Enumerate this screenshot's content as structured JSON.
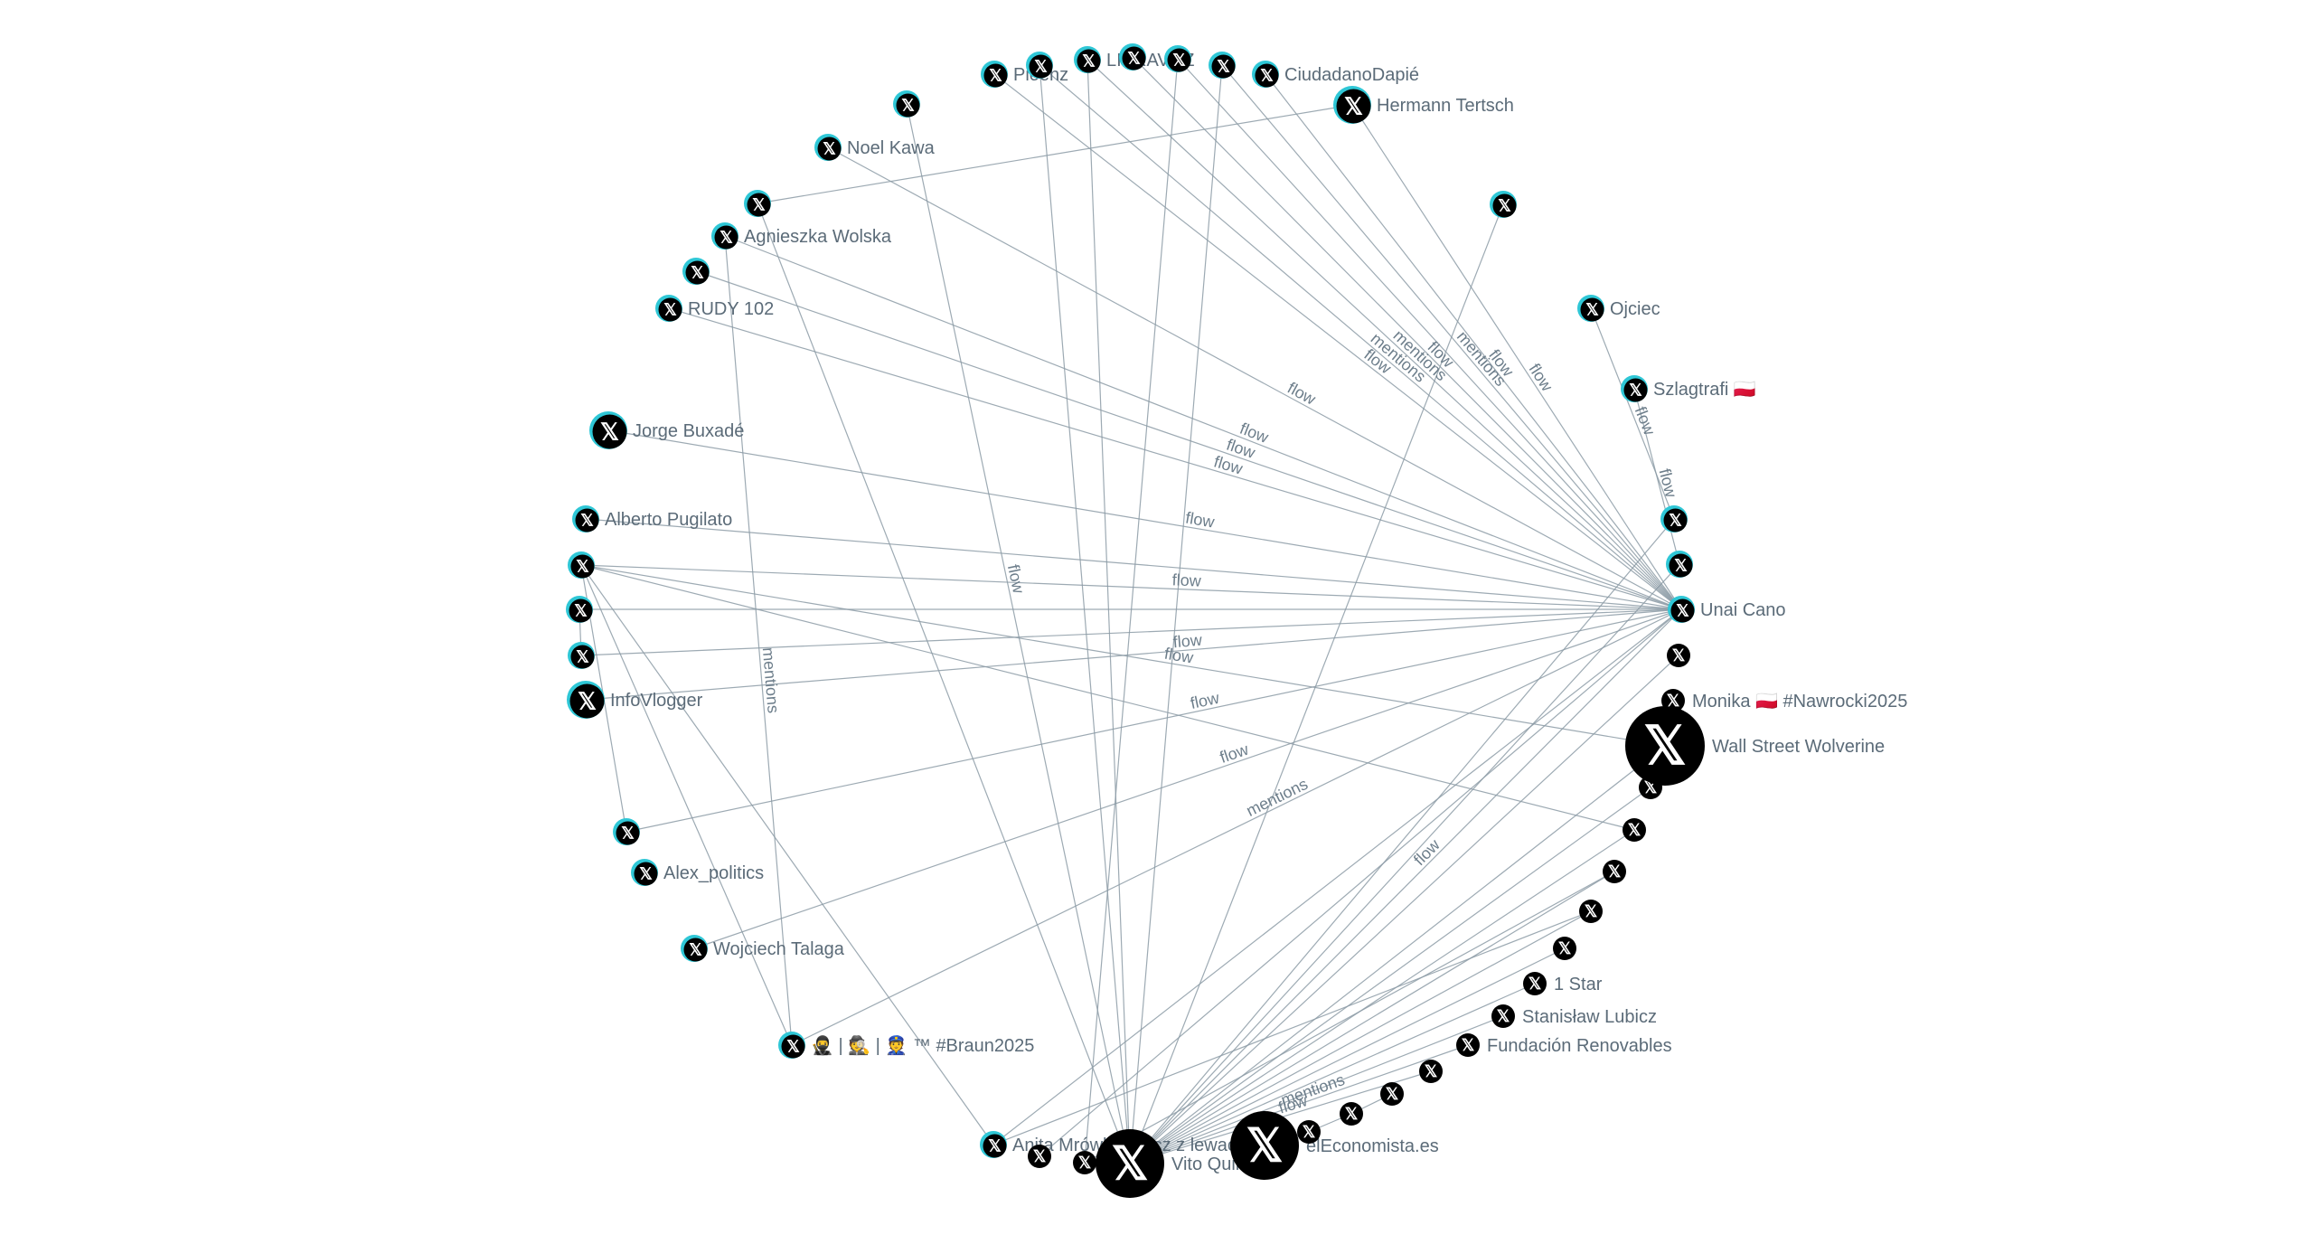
{
  "colors": {
    "edge": "#8c9ba6",
    "label": "#5b6b78",
    "node_black": "#000000",
    "node_cyan": "#2fc7d6"
  },
  "icon": "x-logo-icon",
  "nodes": [
    {
      "id": "n_pioenz",
      "label": "Pioenz",
      "size": "s",
      "style": "cyan"
    },
    {
      "id": "n_top2",
      "label": "",
      "size": "s",
      "style": "cyan"
    },
    {
      "id": "n_libravoz",
      "label": "LIBRAVOZ",
      "size": "s",
      "style": "cyan"
    },
    {
      "id": "n_top4",
      "label": "",
      "size": "s",
      "style": "cyan"
    },
    {
      "id": "n_top5",
      "label": "",
      "size": "s",
      "style": "cyan"
    },
    {
      "id": "n_top6",
      "label": "",
      "size": "s",
      "style": "cyan"
    },
    {
      "id": "n_ciudadano",
      "label": "CiudadanoDapié",
      "size": "s",
      "style": "cyan"
    },
    {
      "id": "n_hermann",
      "label": "Hermann Tertsch",
      "size": "m",
      "style": "cyan"
    },
    {
      "id": "n_top9",
      "label": "",
      "size": "s",
      "style": "cyan"
    },
    {
      "id": "n_noel",
      "label": "Noel Kawa",
      "size": "s",
      "style": "cyan"
    },
    {
      "id": "n_left11",
      "label": "",
      "size": "s",
      "style": "cyan"
    },
    {
      "id": "n_agnieszka",
      "label": "Agnieszka Wolska",
      "size": "s",
      "style": "cyan"
    },
    {
      "id": "n_left13",
      "label": "",
      "size": "s",
      "style": "cyan"
    },
    {
      "id": "n_rudy",
      "label": "RUDY 102",
      "size": "s",
      "style": "cyan"
    },
    {
      "id": "n_jorge",
      "label": "Jorge Buxadé",
      "size": "m",
      "style": "cyan"
    },
    {
      "id": "n_alberto",
      "label": "Alberto Pugilato",
      "size": "s",
      "style": "cyan"
    },
    {
      "id": "n_left17",
      "label": "",
      "size": "s",
      "style": "cyan"
    },
    {
      "id": "n_left18",
      "label": "",
      "size": "s",
      "style": "cyan"
    },
    {
      "id": "n_left19",
      "label": "",
      "size": "s",
      "style": "cyan"
    },
    {
      "id": "n_infovlogger",
      "label": "InfoVlogger",
      "size": "m",
      "style": "cyan"
    },
    {
      "id": "n_left21",
      "label": "",
      "size": "s",
      "style": "cyan"
    },
    {
      "id": "n_alex",
      "label": "Alex_politics",
      "size": "s",
      "style": "cyan"
    },
    {
      "id": "n_wojciech",
      "label": "Wojciech Talaga",
      "size": "s",
      "style": "cyan"
    },
    {
      "id": "n_braun",
      "label": "🥷 | 🕵 | 👮 ™ #Braun2025",
      "size": "s",
      "style": "cyan"
    },
    {
      "id": "n_anita",
      "label": "Anita Mrówka precz z lewactwem",
      "size": "s",
      "style": "cyan"
    },
    {
      "id": "n_bot26",
      "label": "",
      "size": "s",
      "style": "black"
    },
    {
      "id": "n_bot27",
      "label": "",
      "size": "s",
      "style": "black"
    },
    {
      "id": "n_vito",
      "label": "Vito Quiles 🇪🇸",
      "size": "l",
      "style": "black"
    },
    {
      "id": "n_economista",
      "label": "elEconomista.es",
      "size": "l",
      "style": "black"
    },
    {
      "id": "n_bot30",
      "label": "",
      "size": "s",
      "style": "black"
    },
    {
      "id": "n_bot31",
      "label": "",
      "size": "s",
      "style": "black"
    },
    {
      "id": "n_bot32",
      "label": "",
      "size": "s",
      "style": "black"
    },
    {
      "id": "n_bot33",
      "label": "",
      "size": "s",
      "style": "black"
    },
    {
      "id": "n_fundacion",
      "label": "Fundación Renovables",
      "size": "s",
      "style": "black"
    },
    {
      "id": "n_stanislaw",
      "label": "Stanisław Lubicz",
      "size": "s",
      "style": "black"
    },
    {
      "id": "n_1star",
      "label": "1 Star",
      "size": "s",
      "style": "black"
    },
    {
      "id": "n_r37",
      "label": "",
      "size": "s",
      "style": "black"
    },
    {
      "id": "n_r38",
      "label": "",
      "size": "s",
      "style": "black"
    },
    {
      "id": "n_r39",
      "label": "",
      "size": "s",
      "style": "black"
    },
    {
      "id": "n_r40",
      "label": "",
      "size": "s",
      "style": "black"
    },
    {
      "id": "n_r41",
      "label": "",
      "size": "s",
      "style": "black"
    },
    {
      "id": "n_wallstreet",
      "label": "Wall Street Wolverine",
      "size": "xl",
      "style": "black"
    },
    {
      "id": "n_monika",
      "label": "Monika 🇵🇱 #Nawrocki2025",
      "size": "s",
      "style": "black"
    },
    {
      "id": "n_r44",
      "label": "",
      "size": "s",
      "style": "black"
    },
    {
      "id": "n_unai",
      "label": "Unai Cano",
      "size": "s",
      "style": "cyan"
    },
    {
      "id": "n_r46",
      "label": "",
      "size": "s",
      "style": "cyan"
    },
    {
      "id": "n_r47",
      "label": "",
      "size": "s",
      "style": "cyan"
    },
    {
      "id": "n_szlagtrafi",
      "label": "Szlagtrafi 🇵🇱",
      "size": "s",
      "style": "cyan"
    },
    {
      "id": "n_ojciec",
      "label": "Ojciec",
      "size": "s",
      "style": "cyan"
    },
    {
      "id": "n_r50",
      "label": "",
      "size": "s",
      "style": "cyan"
    }
  ],
  "edges": [
    {
      "source": "n_pioenz",
      "target": "n_unai",
      "label": "flow"
    },
    {
      "source": "n_top2",
      "target": "n_unai",
      "label": "mentions"
    },
    {
      "source": "n_libravoz",
      "target": "n_unai",
      "label": "mentions"
    },
    {
      "source": "n_top4",
      "target": "n_unai",
      "label": "flow"
    },
    {
      "source": "n_top5",
      "target": "n_unai",
      "label": ""
    },
    {
      "source": "n_top6",
      "target": "n_unai",
      "label": "mentions"
    },
    {
      "source": "n_ciudadano",
      "target": "n_unai",
      "label": "flow"
    },
    {
      "source": "n_hermann",
      "target": "n_left11",
      "label": ""
    },
    {
      "source": "n_hermann",
      "target": "n_unai",
      "label": "flow"
    },
    {
      "source": "n_noel",
      "target": "n_unai",
      "label": "flow"
    },
    {
      "source": "n_agnieszka",
      "target": "n_unai",
      "label": "flow"
    },
    {
      "source": "n_left13",
      "target": "n_unai",
      "label": "flow"
    },
    {
      "source": "n_rudy",
      "target": "n_unai",
      "label": "flow"
    },
    {
      "source": "n_jorge",
      "target": "n_unai",
      "label": "flow"
    },
    {
      "source": "n_alberto",
      "target": "n_unai",
      "label": ""
    },
    {
      "source": "n_left17",
      "target": "n_unai",
      "label": "flow"
    },
    {
      "source": "n_left17",
      "target": "n_wallstreet",
      "label": "flow"
    },
    {
      "source": "n_left17",
      "target": "n_anita",
      "label": ""
    },
    {
      "source": "n_left17",
      "target": "n_r40",
      "label": ""
    },
    {
      "source": "n_left17",
      "target": "n_left21",
      "label": ""
    },
    {
      "source": "n_left18",
      "target": "n_unai",
      "label": ""
    },
    {
      "source": "n_left19",
      "target": "n_unai",
      "label": ""
    },
    {
      "source": "n_infovlogger",
      "target": "n_unai",
      "label": "flow"
    },
    {
      "source": "n_agnieszka",
      "target": "n_braun",
      "label": "mentions"
    },
    {
      "source": "n_left11",
      "target": "n_vito",
      "label": ""
    },
    {
      "source": "n_left21",
      "target": "n_unai",
      "label": "flow"
    },
    {
      "source": "n_wojciech",
      "target": "n_unai",
      "label": "flow"
    },
    {
      "source": "n_braun",
      "target": "n_unai",
      "label": "mentions"
    },
    {
      "source": "n_top2",
      "target": "n_vito",
      "label": ""
    },
    {
      "source": "n_libravoz",
      "target": "n_vito",
      "label": ""
    },
    {
      "source": "n_top5",
      "target": "n_bot27",
      "label": ""
    },
    {
      "source": "n_top6",
      "target": "n_vito",
      "label": ""
    },
    {
      "source": "n_vito",
      "target": "n_top9",
      "label": "flow"
    },
    {
      "source": "n_vito",
      "target": "n_unai",
      "label": "flow"
    },
    {
      "source": "n_vito",
      "target": "n_r47",
      "label": ""
    },
    {
      "source": "n_vito",
      "target": "n_r46",
      "label": ""
    },
    {
      "source": "n_vito",
      "target": "n_r44",
      "label": ""
    },
    {
      "source": "n_vito",
      "target": "n_wallstreet",
      "label": ""
    },
    {
      "source": "n_vito",
      "target": "n_r41",
      "label": ""
    },
    {
      "source": "n_vito",
      "target": "n_r40",
      "label": ""
    },
    {
      "source": "n_vito",
      "target": "n_r39",
      "label": ""
    },
    {
      "source": "n_vito",
      "target": "n_r38",
      "label": ""
    },
    {
      "source": "n_vito",
      "target": "n_r37",
      "label": ""
    },
    {
      "source": "n_vito",
      "target": "n_1star",
      "label": ""
    },
    {
      "source": "n_vito",
      "target": "n_stanislaw",
      "label": ""
    },
    {
      "source": "n_vito",
      "target": "n_fundacion",
      "label": "mentions"
    },
    {
      "source": "n_vito",
      "target": "n_bot33",
      "label": "flow"
    },
    {
      "source": "n_anita",
      "target": "n_unai",
      "label": ""
    },
    {
      "source": "n_anita",
      "target": "n_r38",
      "label": ""
    },
    {
      "source": "n_bot26",
      "target": "n_unai",
      "label": ""
    },
    {
      "source": "n_bot27",
      "target": "n_r39",
      "label": ""
    },
    {
      "source": "n_economista",
      "target": "n_bot30",
      "label": ""
    },
    {
      "source": "n_bot30",
      "target": "n_bot31",
      "label": ""
    },
    {
      "source": "n_bot31",
      "target": "n_bot32",
      "label": ""
    },
    {
      "source": "n_szlagtrafi",
      "target": "n_r46",
      "label": "flow"
    },
    {
      "source": "n_ojciec",
      "target": "n_r47",
      "label": "flow"
    },
    {
      "source": "n_r50",
      "target": "n_vito",
      "label": ""
    },
    {
      "source": "n_left17",
      "target": "n_braun",
      "label": ""
    },
    {
      "source": "n_left18",
      "target": "n_left19",
      "label": ""
    }
  ]
}
